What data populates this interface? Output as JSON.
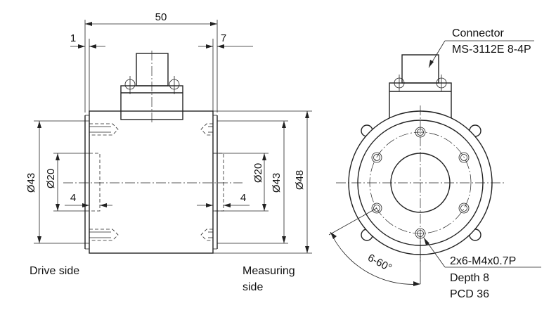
{
  "dimensions": {
    "overall_length": "50",
    "left_gap": "1",
    "right_gap": "7",
    "dia_left_outer": "Ø43",
    "dia_left_inner": "Ø20",
    "left_depth": "4",
    "dia_right_inner": "Ø20",
    "dia_right_outer": "Ø43",
    "dia_body": "Ø48",
    "right_depth": "4",
    "angle": "6-60°"
  },
  "labels": {
    "drive_side": "Drive side",
    "measuring_side_1": "Measuring",
    "measuring_side_2": "side"
  },
  "connector": {
    "line1": "Connector",
    "line2": "MS-3112E 8-4P"
  },
  "thread": {
    "line1": "2x6-M4x0.7P",
    "line2": "Depth 8",
    "line3": "PCD 36"
  }
}
